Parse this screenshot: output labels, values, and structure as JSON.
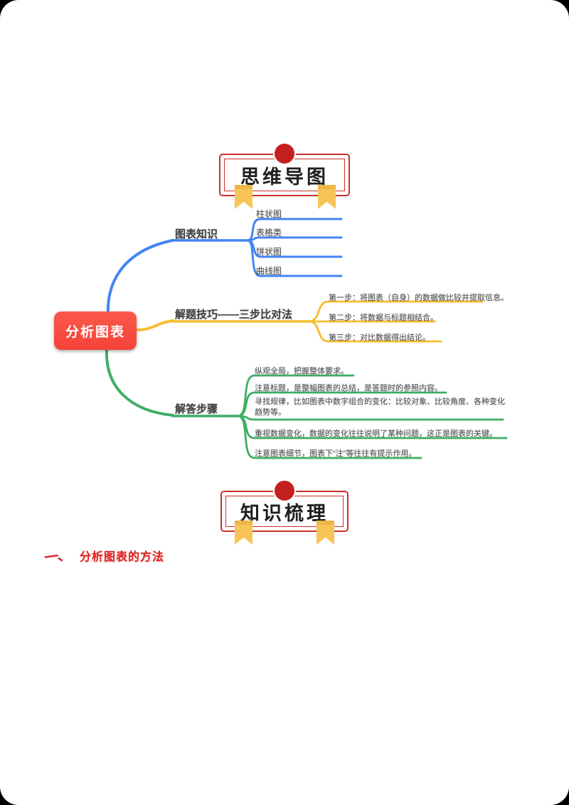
{
  "banners": {
    "top_title": "思维导图",
    "bottom_title": "知识梳理"
  },
  "mindmap": {
    "root_label": "分析图表",
    "branches": [
      {
        "label": "图表知识",
        "color": "#4386f5",
        "children": [
          "柱状图",
          "表格类",
          "饼状图",
          "曲线图"
        ]
      },
      {
        "label": "解题技巧——三步比对法",
        "color": "#f8bd2f",
        "children": [
          "第一步：将图表（自身）的数据做比较并提取信息。",
          "第二步：将数据与标题相结合。",
          "第三步：对比数据得出结论。"
        ]
      },
      {
        "label": "解答步骤",
        "color": "#3fae63",
        "children": [
          "纵观全局，把握整体要求。",
          "注意标题，是整幅图表的总结，是答题时的参照内容。",
          "寻找规律，比如图表中数字组合的变化：比较对象、比较角度、各种变化趋势等。",
          "重视数据变化，数据的变化往往说明了某种问题，这正是图表的关键。",
          "注意图表细节，图表下“注”等往往有提示作用。"
        ]
      }
    ]
  },
  "section": {
    "numbering": "一、",
    "heading": "分析图表的方法"
  },
  "palette": {
    "banner_red": "#c9302a",
    "seal_red": "#c41f1f",
    "ribbon_gold": "#f7c457",
    "root_red": "#f6433a",
    "branch_blue": "#4386f5",
    "branch_yellow": "#f8bd2f",
    "branch_green": "#3fae63",
    "heading_red": "#e02020"
  }
}
